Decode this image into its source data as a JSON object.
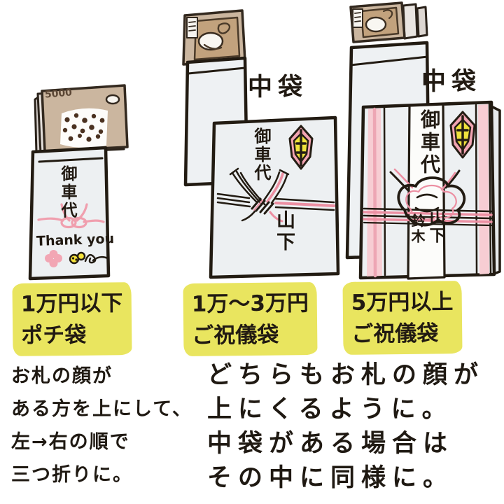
{
  "page": {
    "background": "#ffffff"
  },
  "colors": {
    "outline": "#221b12",
    "envelope_fill": "#edf0f2",
    "mizuhiki_pink": "#ec8fa2",
    "pale_pink_stripe": "#f7cdd3",
    "label_yellow": "#e9e55f",
    "banknote_tan": "#cbb69f",
    "banknote_panel": "#c2a27d",
    "noshi_pink": "#f2a4b2",
    "noshi_yellow": "#efe23d"
  },
  "pochi_group": {
    "bill_text": "5000",
    "envelope_title": "御車代",
    "thank_you": "Thank you",
    "label_line1": "1万円以下",
    "label_line2": "ポチ袋"
  },
  "medium_group": {
    "inner_envelope_label": "中袋",
    "envelope_title": "御車代",
    "giver_name": "山下",
    "label_line1": "1万〜3万円",
    "label_line2": "ご祝儀袋"
  },
  "large_group": {
    "inner_envelope_label": "中袋",
    "envelope_title": "御車代",
    "giver_name_left": "鈴木",
    "giver_name_right": "山下",
    "label_line1": "5万円以上",
    "label_line2": "ご祝儀袋"
  },
  "captions": {
    "left": {
      "line1": "お札の顔が",
      "line2": "ある方を上にして、",
      "line3": "左→右の順で",
      "line4": "三つ折りに。"
    },
    "right": {
      "line1": "どちらもお札の顔が",
      "line2": "上にくるように。",
      "line3": "中袋がある場合は",
      "line4": "その中に同様に。"
    }
  }
}
